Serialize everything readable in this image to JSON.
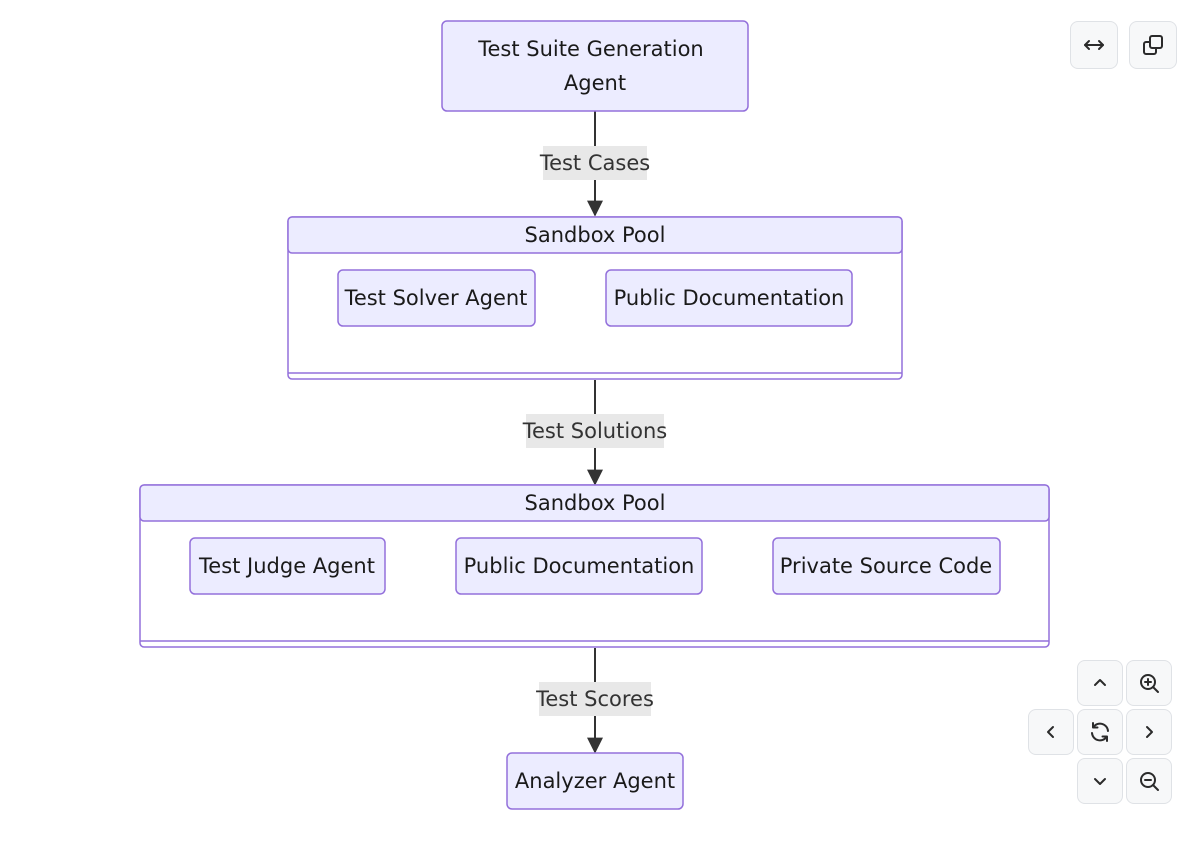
{
  "diagram": {
    "nodes": {
      "test_suite_generation_agent": {
        "label_line1": "Test Suite Generation",
        "label_line2": "Agent"
      },
      "test_solver_agent": {
        "label": "Test Solver Agent"
      },
      "public_documentation_1": {
        "label": "Public Documentation"
      },
      "test_judge_agent": {
        "label": "Test Judge Agent"
      },
      "public_documentation_2": {
        "label": "Public Documentation"
      },
      "private_source_code": {
        "label": "Private Source Code"
      },
      "analyzer_agent": {
        "label": "Analyzer Agent"
      }
    },
    "subgraphs": {
      "sandbox_pool_1": {
        "title": "Sandbox Pool"
      },
      "sandbox_pool_2": {
        "title": "Sandbox Pool"
      }
    },
    "edges": {
      "test_cases": {
        "label": "Test Cases"
      },
      "test_solutions": {
        "label": "Test Solutions"
      },
      "test_scores": {
        "label": "Test Scores"
      }
    }
  },
  "colors": {
    "node_fill": "#ececff",
    "node_stroke": "#9370db",
    "edge_stroke": "#333333",
    "edge_label_bg": "#e8e8e8"
  },
  "controls": {
    "top": [
      "expand-horizontal-icon",
      "copy-icon"
    ],
    "navigation": [
      "chevron-up-icon",
      "zoom-in-icon",
      "chevron-left-icon",
      "reset-icon",
      "chevron-right-icon",
      "chevron-down-icon",
      "zoom-out-icon"
    ]
  }
}
